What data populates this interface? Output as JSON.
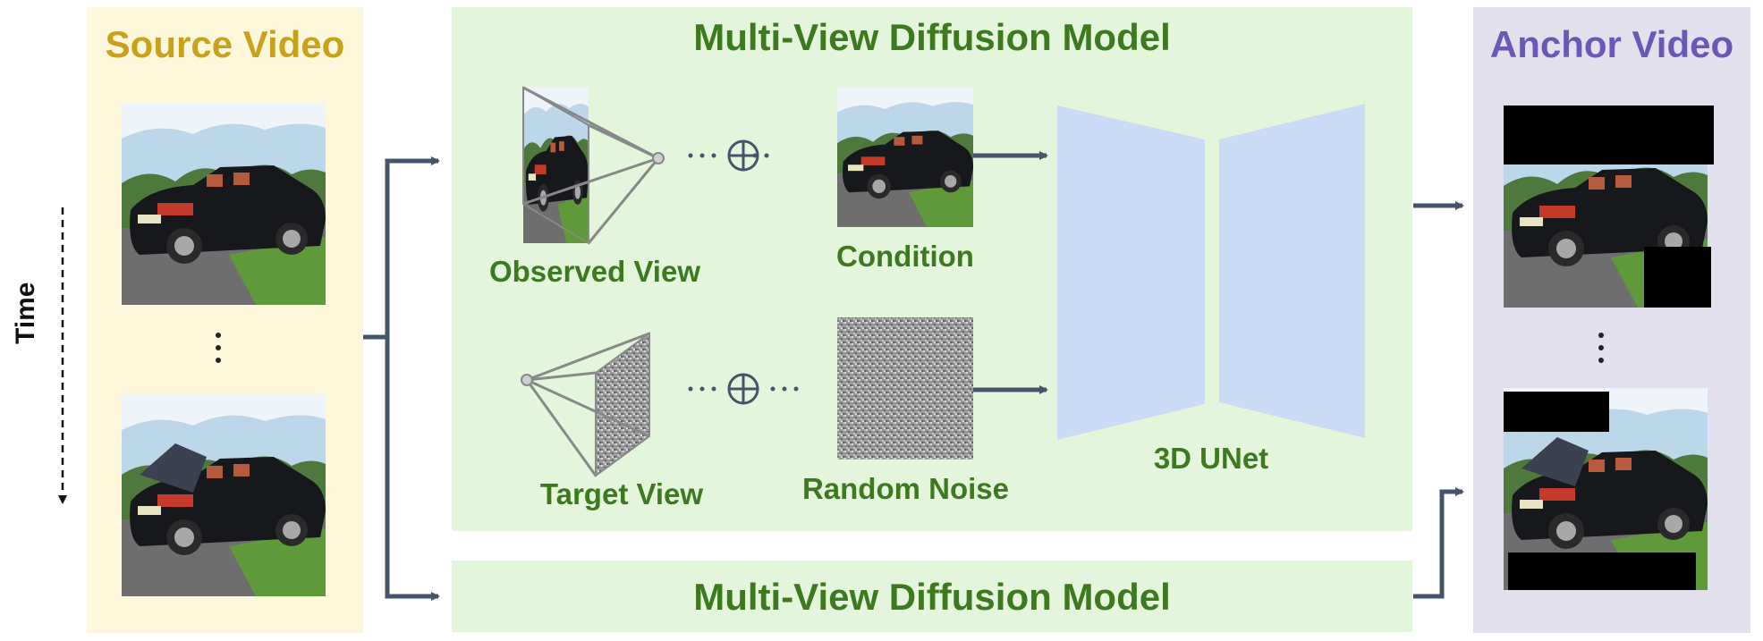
{
  "source_panel": {
    "title": "Source Video",
    "title_color": "#c9a11a",
    "bg": "#fdf8dc"
  },
  "anchor_panel": {
    "title": "Anchor Video",
    "title_color": "#6b57b8",
    "bg": "#e2e0ec"
  },
  "mvd_panel": {
    "title": "Multi-View Diffusion Model",
    "observed_view_label": "Observed View",
    "condition_label": "Condition",
    "target_view_label": "Target View",
    "random_noise_label": "Random Noise",
    "unet_label": "3D UNet",
    "bg": "#e3f6dc",
    "text_color": "#3d7a1f"
  },
  "mvd_panel_2": {
    "title": "Multi-View Diffusion Model"
  },
  "time_axis": {
    "label": "Time"
  },
  "colors": {
    "arrow": "#44546a",
    "unet": "#c9dbf5",
    "frustum": "#888888"
  }
}
